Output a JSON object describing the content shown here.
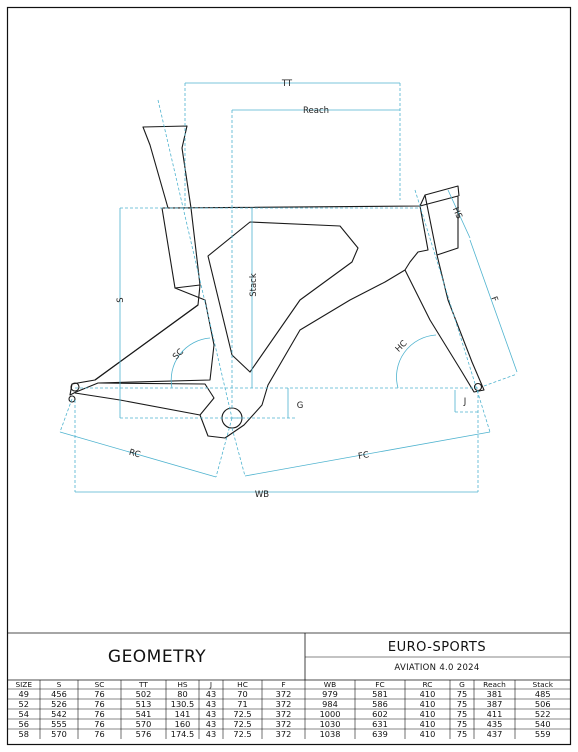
{
  "dimension_labels": {
    "tt": "TT",
    "reach": "Reach",
    "hs": "HS",
    "s": "S",
    "stack": "Stack",
    "f": "F",
    "sc": "SC",
    "hc": "HC",
    "g": "G",
    "j": "J",
    "rc": "RC",
    "fc": "FC",
    "wb": "WB"
  },
  "title_block": {
    "title": "GEOMETRY",
    "brand": "EURO-SPORTS",
    "model": "AVIATION 4.0 2024"
  },
  "table": {
    "columns": [
      "SIZE",
      "S",
      "SC",
      "TT",
      "HS",
      "J",
      "HC",
      "F",
      "WB",
      "FC",
      "RC",
      "G",
      "Reach",
      "Stack"
    ],
    "rows": [
      [
        "49",
        "456",
        "76",
        "502",
        "80",
        "43",
        "70",
        "372",
        "979",
        "581",
        "410",
        "75",
        "381",
        "485"
      ],
      [
        "52",
        "526",
        "76",
        "513",
        "130.5",
        "43",
        "71",
        "372",
        "984",
        "586",
        "410",
        "75",
        "387",
        "506"
      ],
      [
        "54",
        "542",
        "76",
        "541",
        "141",
        "43",
        "72.5",
        "372",
        "1000",
        "602",
        "410",
        "75",
        "411",
        "522"
      ],
      [
        "56",
        "555",
        "76",
        "570",
        "160",
        "43",
        "72.5",
        "372",
        "1030",
        "631",
        "410",
        "75",
        "435",
        "540"
      ],
      [
        "58",
        "570",
        "76",
        "576",
        "174.5",
        "43",
        "72.5",
        "372",
        "1038",
        "639",
        "410",
        "75",
        "437",
        "559"
      ]
    ]
  }
}
